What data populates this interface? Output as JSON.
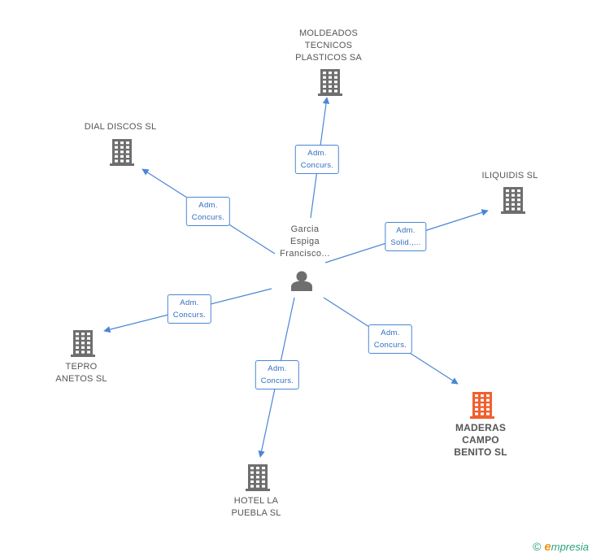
{
  "person": {
    "label": "Garcia\nEspiga\nFrancisco..."
  },
  "nodes": [
    {
      "id": "moldeados",
      "label": "MOLDEADOS\nTECNICOS\nPLASTICOS SA",
      "highlight": false
    },
    {
      "id": "dial",
      "label": "DIAL DISCOS SL",
      "highlight": false
    },
    {
      "id": "iliquidis",
      "label": "ILIQUIDIS SL",
      "highlight": false
    },
    {
      "id": "tepro",
      "label": "TEPRO\nANETOS SL",
      "highlight": false
    },
    {
      "id": "hotel",
      "label": "HOTEL LA\nPUEBLA SL",
      "highlight": false
    },
    {
      "id": "maderas",
      "label": "MADERAS\nCAMPO\nBENITO SL",
      "highlight": true
    }
  ],
  "edges": [
    {
      "target": "moldeados",
      "label": "Adm.\nConcurs."
    },
    {
      "target": "dial",
      "label": "Adm.\nConcurs."
    },
    {
      "target": "iliquidis",
      "label": "Adm.\nSolid.,..."
    },
    {
      "target": "tepro",
      "label": "Adm.\nConcurs."
    },
    {
      "target": "hotel",
      "label": "Adm.\nConcurs."
    },
    {
      "target": "maderas",
      "label": "Adm.\nConcurs."
    }
  ],
  "colors": {
    "building": "#6e6e6e",
    "building_highlight": "#f0602e",
    "edge": "#4a86d4",
    "person": "#6e6e6e"
  },
  "footer": {
    "copyright": "©",
    "brand_initial": "e",
    "brand_rest": "mpresia"
  }
}
